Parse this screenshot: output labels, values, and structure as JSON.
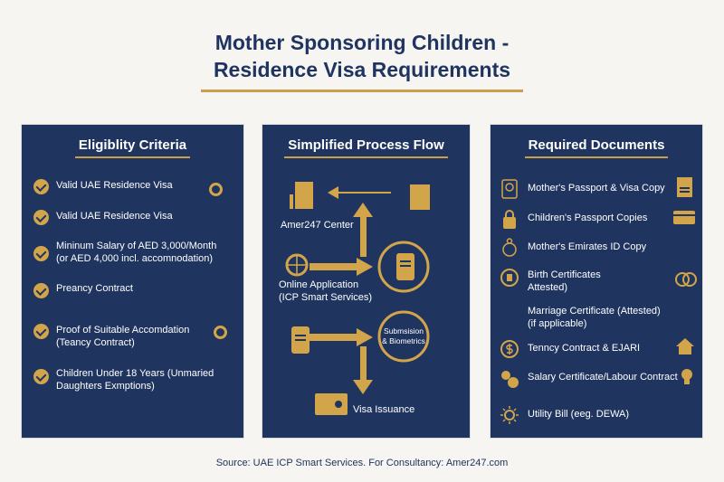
{
  "title_line1": "Mother Sponsoring Children -",
  "title_line2": "Residence Visa Requirements",
  "colors": {
    "navy": "#1f3560",
    "gold": "#d3a54a",
    "background": "#f6f5f1"
  },
  "eligibility": {
    "heading": "Eligiblity Criteria",
    "items": [
      {
        "line1": "Valid UAE Residence Visa",
        "line2": ""
      },
      {
        "line1": "Valid UAE Residence Visa",
        "line2": ""
      },
      {
        "line1": "Mininum Salary of AED 3,000/Month",
        "line2": "(or AED 4,000 incl. accomnodation)"
      },
      {
        "line1": "Preancy Contract",
        "line2": ""
      },
      {
        "line1": "Proof of Suitable Accomdation",
        "line2": "(Teancy Contract)"
      },
      {
        "line1": "Children Under 18 Years (Unmaried",
        "line2": "Daughters Exmptions)"
      }
    ]
  },
  "process": {
    "heading": "Simplified Process Flow",
    "amer": "Amer247 Center",
    "online1": "Online Application",
    "online2": "(ICP Smart Services)",
    "submission1": "Submsision",
    "submission2": "& Biometrics",
    "visa": "Visa Issuance"
  },
  "documents": {
    "heading": "Required Documents",
    "items": [
      {
        "line1": "Mother's Passport & Visa Copy",
        "line2": "",
        "icon": "passport-icon"
      },
      {
        "line1": "Children's Passport Copies",
        "line2": "",
        "icon": "lock-person-icon"
      },
      {
        "line1": "Mother's Emirates ID Copy",
        "line2": "",
        "icon": "baby-icon"
      },
      {
        "line1": "Birth Certificates",
        "line2": "Attested)",
        "icon": "phone-icon"
      },
      {
        "line1": "Marriage Certificate (Attested)",
        "line2": "(if applicable)",
        "icon": ""
      },
      {
        "line1": "Tenncy Contract & EJARI",
        "line2": "",
        "icon": "dollar-icon"
      },
      {
        "line1": "Salary Certificate/Labour Contract",
        "line2": "",
        "icon": "salary-icon"
      },
      {
        "line1": "Utility Bill (eeg. DEWA)",
        "line2": "",
        "icon": "sun-icon"
      }
    ]
  },
  "source": "Source: UAE ICP Smart Services. For Consultancy: Amer247.com"
}
